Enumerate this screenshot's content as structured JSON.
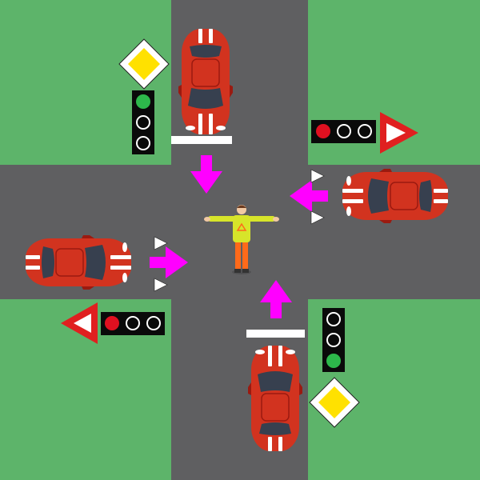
{
  "scene": {
    "title": "",
    "colors": {
      "grass": "#5db46a",
      "road": "#5f5f61",
      "stop_line": "#ffffff",
      "arrow": "#ff00ff",
      "car_body": "#d2331f",
      "car_dark": "#9b1a10",
      "car_glass": "#37404f",
      "car_stripe": "#ffffff",
      "light_housing": "#0a0a0a",
      "light_red": "#e01020",
      "light_green": "#2db84b",
      "light_off": "#0a0a0a",
      "priority_sign_yellow": "#ffe100",
      "yield_sign_red": "#e02020",
      "vest": "#d7e52a",
      "trousers": "#ff6a1a"
    }
  },
  "approaches": [
    {
      "id": "north",
      "car": "red-car",
      "traffic_light": "green",
      "sign": "priority-road-sign",
      "arrow": "toward-center"
    },
    {
      "id": "east",
      "car": "red-car",
      "traffic_light": "red",
      "sign": "yield-sign",
      "arrow": "toward-center"
    },
    {
      "id": "south",
      "car": "red-car",
      "traffic_light": "green",
      "sign": "priority-road-sign",
      "arrow": "toward-center"
    },
    {
      "id": "west",
      "car": "red-car",
      "traffic_light": "red",
      "sign": "yield-sign",
      "arrow": "toward-center"
    }
  ],
  "traffic_officer": {
    "pose": "arms-extended-sideways",
    "vest_icon": "warning-triangle-icon"
  }
}
